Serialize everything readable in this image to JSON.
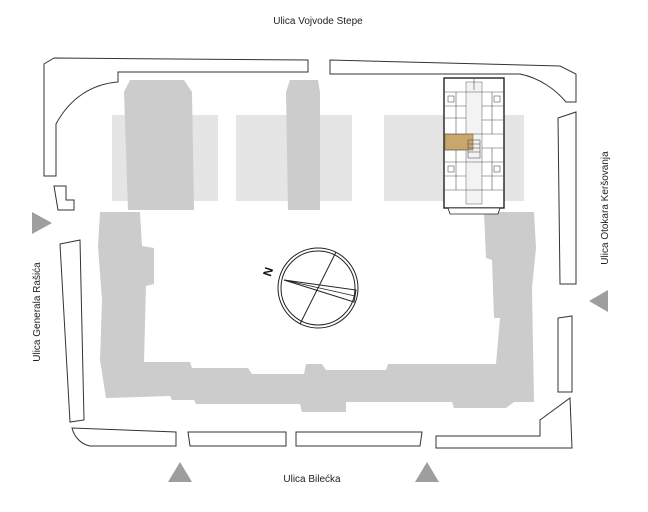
{
  "streets": {
    "north": "Ulica Vojvode Stepe",
    "south": "Ulica Bilećka",
    "west": "Ulica Generala Rašića",
    "east": "Ulica Otokara Keršovanja"
  },
  "compass": {
    "label": "N"
  },
  "entrances": [
    "west",
    "east",
    "south-left",
    "south-right"
  ],
  "colors": {
    "building": "#cccccc",
    "background_block": "#e5e5e5",
    "highlight_unit": "#c9a66b",
    "arrow": "#9e9e9e",
    "outline": "#333333"
  }
}
